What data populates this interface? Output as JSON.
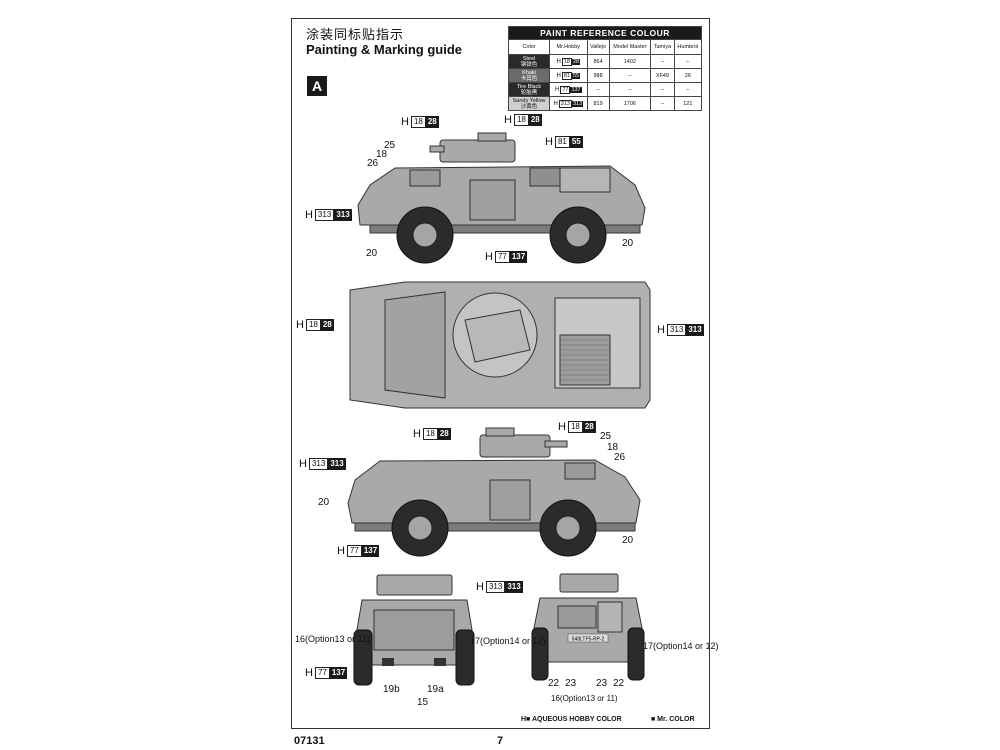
{
  "title_cn": "涂装同标贴指示",
  "title_en": "Painting & Marking guide",
  "section": "A",
  "paint_table": {
    "caption": "PAINT  REFERENCE COLOUR",
    "headers": [
      "Color",
      "Mr.Hobby",
      "Vallejo",
      "Model Master",
      "Tamiya",
      "Humbrol"
    ],
    "rows": [
      {
        "color_en": "Steel",
        "color_cn": "钢铁色",
        "h_a": "18",
        "h_b": "28",
        "vallejo": "864",
        "model_master": "1402",
        "tamiya": "–",
        "humbrol": "–"
      },
      {
        "color_en": "Khaki",
        "color_cn": "卡其色",
        "h_a": "81",
        "h_b": "55",
        "vallejo": "988",
        "model_master": "–",
        "tamiya": "XF49",
        "humbrol": "26"
      },
      {
        "color_en": "Tire Black",
        "color_cn": "轮胎黑",
        "h_a": "77",
        "h_b": "137",
        "vallejo": "–",
        "model_master": "–",
        "tamiya": "–",
        "humbrol": "–"
      },
      {
        "color_en": "Sandy Yellow",
        "color_cn": "沙黄色",
        "h_a": "313",
        "h_b": "313",
        "vallejo": "819",
        "model_master": "1706",
        "tamiya": "–",
        "humbrol": "121"
      }
    ]
  },
  "callouts": {
    "h_letter": "H",
    "c1": {
      "a": "18",
      "b": "28"
    },
    "c2": {
      "a": "18",
      "b": "28"
    },
    "c3": {
      "a": "81",
      "b": "55"
    },
    "c4": {
      "a": "313",
      "b": "313"
    },
    "c5": {
      "a": "77",
      "b": "137"
    },
    "c6": {
      "a": "18",
      "b": "28"
    },
    "c7": {
      "a": "313",
      "b": "313"
    },
    "c8": {
      "a": "18",
      "b": "28"
    },
    "c9": {
      "a": "18",
      "b": "28"
    },
    "c10": {
      "a": "313",
      "b": "313"
    },
    "c11": {
      "a": "77",
      "b": "137"
    },
    "c12": {
      "a": "313",
      "b": "313"
    },
    "c13": {
      "a": "77",
      "b": "137"
    }
  },
  "numbers": {
    "n25a": "25",
    "n18a": "18",
    "n26a": "26",
    "n20a": "20",
    "n20b": "20",
    "n25b": "25",
    "n18b": "18",
    "n26b": "26",
    "n20c": "20",
    "n20d": "20",
    "n16": "16(Option13 or 11)",
    "n17a": "17(Option14 or 12)",
    "n19b": "19b",
    "n19a": "19a",
    "n15": "15",
    "n17b": "17(Option14 or 12)",
    "n22a": "22",
    "n23a": "23",
    "n23b": "23",
    "n22b": "22",
    "n16b": "16(Option13 or 11)"
  },
  "plate_text": "548LTF5-RP-2",
  "legend_left": "H■ AQUEOUS HOBBY COLOR",
  "legend_right": "■ Mr. COLOR",
  "footer_code": "07131",
  "page_number": "7"
}
